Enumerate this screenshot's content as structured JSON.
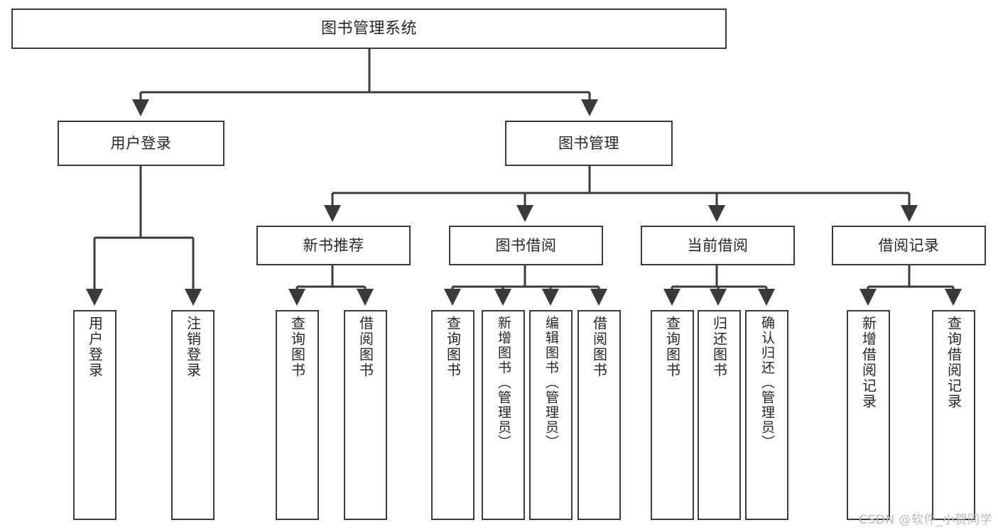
{
  "diagram": {
    "title": "图书管理系统",
    "root": {
      "label": "图书管理系统"
    },
    "level2": [
      {
        "label": "用户登录"
      },
      {
        "label": "图书管理"
      }
    ],
    "level3": [
      {
        "label": "新书推荐"
      },
      {
        "label": "图书借阅"
      },
      {
        "label": "当前借阅"
      },
      {
        "label": "借阅记录"
      }
    ],
    "leaves": {
      "user_login": [
        {
          "label": "用户登录"
        },
        {
          "label": "注销登录"
        }
      ],
      "new_book": [
        {
          "label": "查询图书"
        },
        {
          "label": "借阅图书"
        }
      ],
      "book_borrow": [
        {
          "label": "查询图书"
        },
        {
          "label": "新增图书（管理员）"
        },
        {
          "label": "编辑图书（管理员）"
        },
        {
          "label": "借阅图书"
        }
      ],
      "current_borrow": [
        {
          "label": "查询图书"
        },
        {
          "label": "归还图书"
        },
        {
          "label": "确认归还（管理员）"
        }
      ],
      "borrow_record": [
        {
          "label": "新增借阅记录"
        },
        {
          "label": "查询借阅记录"
        }
      ]
    }
  },
  "watermark": {
    "text": "CSDN @软件_小贺同学"
  },
  "colors": {
    "stroke": "#3a3a3a",
    "text": "#262626",
    "background": "#ffffff",
    "watermark": "#b9b9b9"
  }
}
